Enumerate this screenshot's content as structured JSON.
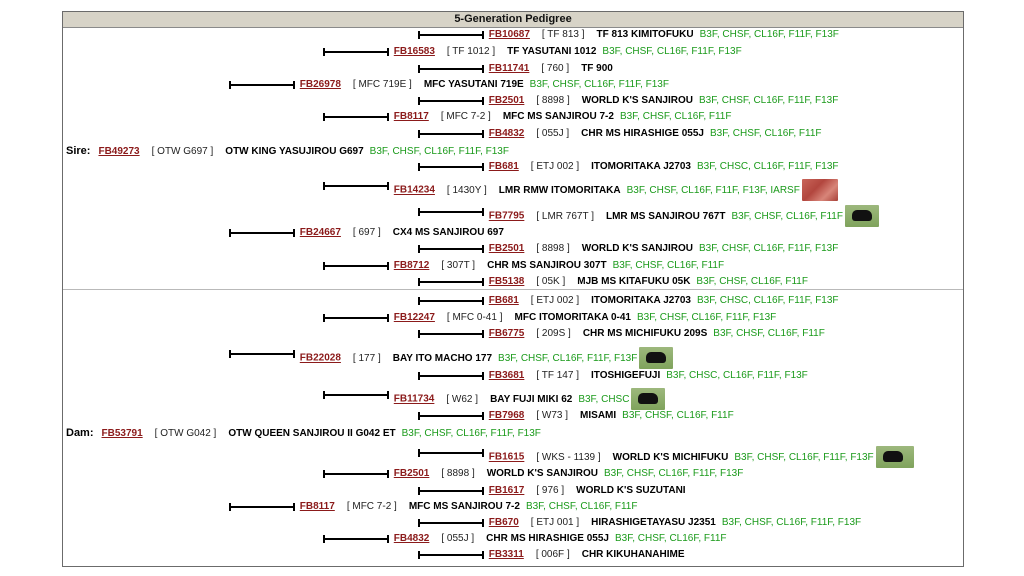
{
  "title": "5-Generation Pedigree",
  "sire_label": "Sire:",
  "dam_label": "Dam:",
  "colors": {
    "registration": "#8b1a1a",
    "tests": "#1a9a1a",
    "header_bg": "#d7d3c7"
  },
  "rows": [
    {
      "reg": "FB10687",
      "tag": "[ TF 813 ]",
      "name": "TF 813 KIMITOFUKU",
      "tests": "B3F, CHSF, CL16F, F11F, F13F"
    },
    {
      "reg": "FB16583",
      "tag": "[ TF 1012 ]",
      "name": "TF YASUTANI 1012",
      "tests": "B3F, CHSF, CL16F, F11F, F13F"
    },
    {
      "reg": "FB11741",
      "tag": "[ 760 ]",
      "name": "TF 900",
      "tests": ""
    },
    {
      "reg": "FB26978",
      "tag": "[ MFC 719E ]",
      "name": "MFC YASUTANI 719E",
      "tests": "B3F, CHSF, CL16F, F11F, F13F"
    },
    {
      "reg": "FB2501",
      "tag": "[ 8898 ]",
      "name": "WORLD K'S SANJIROU",
      "tests": "B3F, CHSF, CL16F, F11F, F13F"
    },
    {
      "reg": "FB8117",
      "tag": "[ MFC 7-2 ]",
      "name": "MFC MS SANJIROU 7-2",
      "tests": "B3F, CHSF, CL16F, F11F"
    },
    {
      "reg": "FB4832",
      "tag": "[ 055J ]",
      "name": "CHR MS HIRASHIGE 055J",
      "tests": "B3F, CHSF, CL16F, F11F"
    },
    {
      "reg": "FB49273",
      "tag": "[ OTW G697 ]",
      "name": "OTW KING YASUJIROU G697",
      "tests": "B3F, CHSF, CL16F, F11F, F13F"
    },
    {
      "reg": "FB681",
      "tag": "[ ETJ 002 ]",
      "name": "ITOMORITAKA J2703",
      "tests": "B3F, CHSC, CL16F, F11F, F13F"
    },
    {
      "reg": "FB14234",
      "tag": "[ 1430Y ]",
      "name": "LMR RMW ITOMORITAKA",
      "tests": "B3F, CHSF, CL16F, F11F, F13F, IARSF"
    },
    {
      "reg": "FB7795",
      "tag": "[ LMR 767T ]",
      "name": "LMR MS SANJIROU 767T",
      "tests": "B3F, CHSF, CL16F, F11F"
    },
    {
      "reg": "FB24667",
      "tag": "[ 697 ]",
      "name": "CX4 MS SANJIROU 697",
      "tests": ""
    },
    {
      "reg": "FB2501",
      "tag": "[ 8898 ]",
      "name": "WORLD K'S SANJIROU",
      "tests": "B3F, CHSF, CL16F, F11F, F13F"
    },
    {
      "reg": "FB8712",
      "tag": "[ 307T ]",
      "name": "CHR MS SANJIROU 307T",
      "tests": "B3F, CHSF, CL16F, F11F"
    },
    {
      "reg": "FB5138",
      "tag": "[ 05K ]",
      "name": "MJB MS KITAFUKU 05K",
      "tests": "B3F, CHSF, CL16F, F11F"
    },
    {
      "reg": "FB681",
      "tag": "[ ETJ 002 ]",
      "name": "ITOMORITAKA J2703",
      "tests": "B3F, CHSC, CL16F, F11F, F13F"
    },
    {
      "reg": "FB12247",
      "tag": "[ MFC 0-41 ]",
      "name": "MFC ITOMORITAKA 0-41",
      "tests": "B3F, CHSF, CL16F, F11F, F13F"
    },
    {
      "reg": "FB6775",
      "tag": "[ 209S ]",
      "name": "CHR MS MICHIFUKU 209S",
      "tests": "B3F, CHSF, CL16F, F11F"
    },
    {
      "reg": "FB22028",
      "tag": "[ 177 ]",
      "name": "BAY ITO MACHO 177",
      "tests": "B3F, CHSF, CL16F, F11F, F13F"
    },
    {
      "reg": "FB3681",
      "tag": "[ TF 147 ]",
      "name": "ITOSHIGEFUJI",
      "tests": "B3F, CHSC, CL16F, F11F, F13F"
    },
    {
      "reg": "FB11734",
      "tag": "[ W62 ]",
      "name": "BAY FUJI MIKI 62",
      "tests": "B3F, CHSC"
    },
    {
      "reg": "FB7968",
      "tag": "[ W73 ]",
      "name": "MISAMI",
      "tests": "B3F, CHSF, CL16F, F11F"
    },
    {
      "reg": "FB53791",
      "tag": "[ OTW G042 ]",
      "name": "OTW QUEEN SANJIROU II G042 ET",
      "tests": "B3F, CHSF, CL16F, F11F, F13F"
    },
    {
      "reg": "FB1615",
      "tag": "[ WKS - 1139 ]",
      "name": "WORLD K'S MICHIFUKU",
      "tests": "B3F, CHSF, CL16F, F11F, F13F"
    },
    {
      "reg": "FB2501",
      "tag": "[ 8898 ]",
      "name": "WORLD K'S SANJIROU",
      "tests": "B3F, CHSF, CL16F, F11F, F13F"
    },
    {
      "reg": "FB1617",
      "tag": "[ 976 ]",
      "name": "WORLD K'S SUZUTANI",
      "tests": ""
    },
    {
      "reg": "FB8117",
      "tag": "[ MFC 7-2 ]",
      "name": "MFC MS SANJIROU 7-2",
      "tests": "B3F, CHSF, CL16F, F11F"
    },
    {
      "reg": "FB670",
      "tag": "[ ETJ 001 ]",
      "name": "HIRASHIGETAYASU J2351",
      "tests": "B3F, CHSF, CL16F, F11F, F13F"
    },
    {
      "reg": "FB4832",
      "tag": "[ 055J ]",
      "name": "CHR MS HIRASHIGE 055J",
      "tests": "B3F, CHSF, CL16F, F11F"
    },
    {
      "reg": "FB3311",
      "tag": "[ 006F ]",
      "name": "CHR KIKUHANAHIME",
      "tests": ""
    }
  ]
}
